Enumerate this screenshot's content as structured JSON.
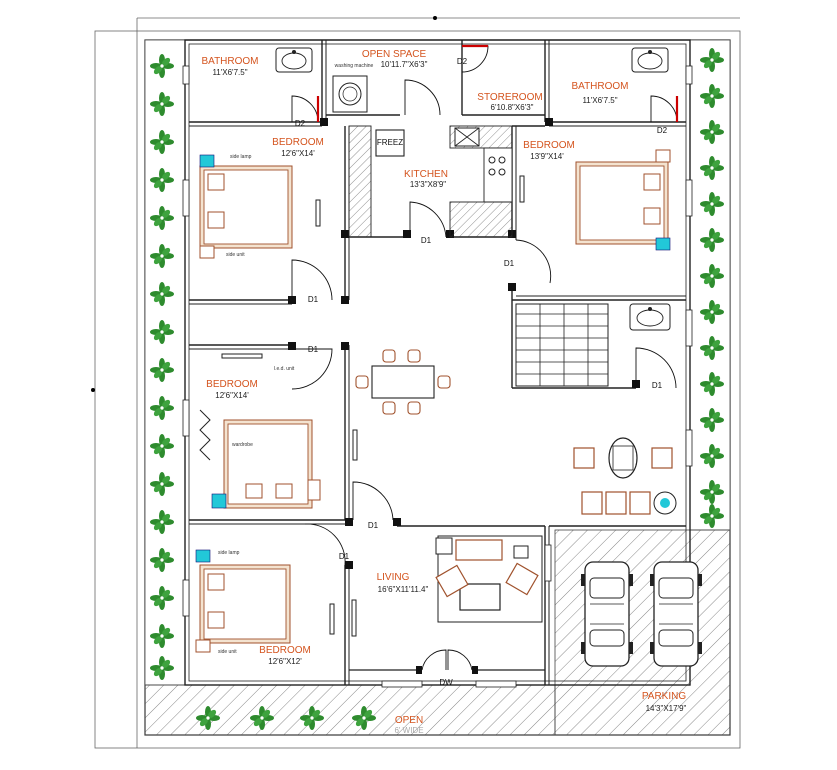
{
  "rooms": {
    "bath_left": {
      "name": "BATHROOM",
      "size": "11'X6'7.5\""
    },
    "open_space": {
      "name": "OPEN SPACE",
      "size": "10'11.7\"X6'3\""
    },
    "storeroom": {
      "name": "STOREROOM",
      "size": "6'10.8\"X6'3\""
    },
    "bath_right": {
      "name": "BATHROOM",
      "size": "11'X6'7.5\""
    },
    "bed_top_left": {
      "name": "BEDROOM",
      "size": "12'6\"X14'"
    },
    "kitchen": {
      "name": "KITCHEN",
      "size": "13'3\"X8'9\""
    },
    "bed_top_right": {
      "name": "BEDROOM",
      "size": "13'9\"X14'"
    },
    "bed_mid_left": {
      "name": "BEDROOM",
      "size": "12'6\"X14'"
    },
    "living": {
      "name": "LIVING",
      "size": "16'6\"X11'11.4\""
    },
    "bed_bottom_left": {
      "name": "BEDROOM",
      "size": "12'6\"X12'"
    },
    "parking": {
      "name": "PARKING",
      "size": "14'3\"X17'9\""
    },
    "open_bottom": {
      "name": "OPEN",
      "size": "6' WIDE"
    }
  },
  "doors": {
    "d1": "D1",
    "d2": "D2",
    "dw": "DW"
  },
  "furniture": {
    "freez": "FREEZ",
    "washing_machine": "washing machine",
    "side_lamp": "side lamp",
    "side_unit": "side unit",
    "led_unit": "l.e.d. unit",
    "wardrobe": "wardrobe"
  },
  "colors": {
    "label": "#d4541e",
    "wall": "#222222",
    "furniture": "#a0522d",
    "plant": "#2e8b2e",
    "door_red": "#cc0000",
    "lamp_cyan": "#22c8d8"
  }
}
